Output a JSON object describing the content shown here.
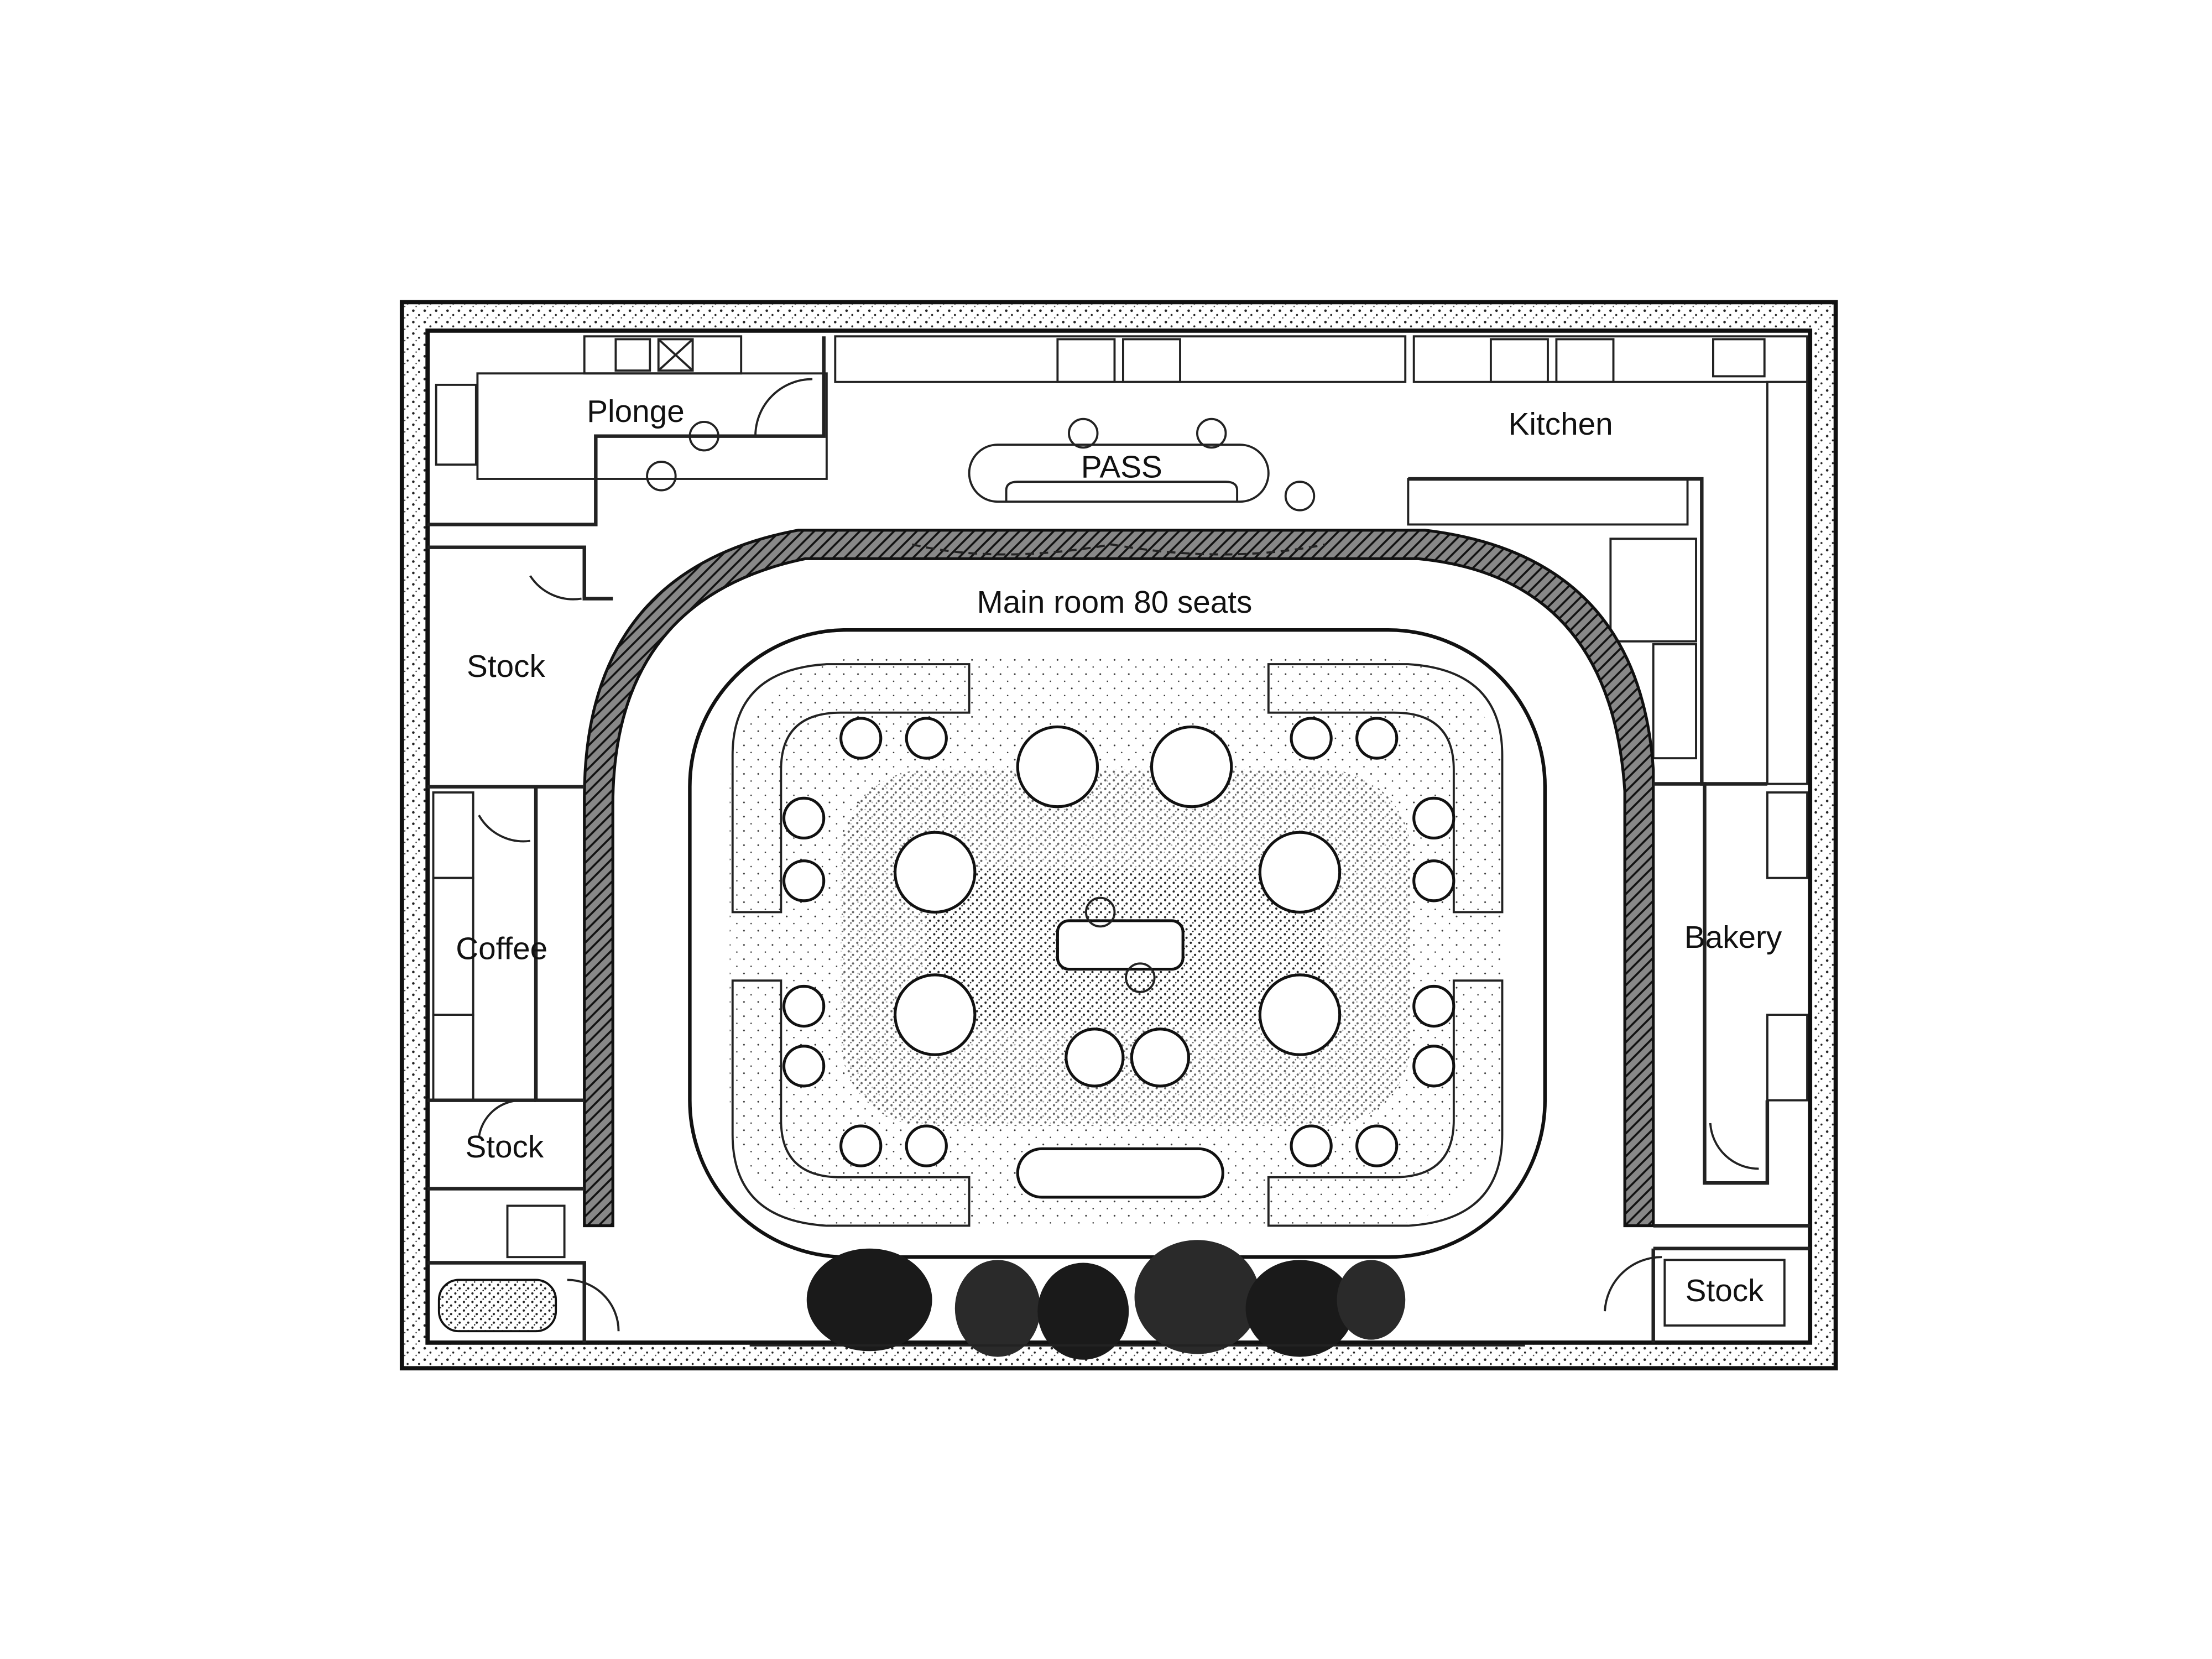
{
  "rooms": {
    "plonge": "Plonge",
    "kitchen": "Kitchen",
    "pass": "PASS",
    "main_room": "Main room 80 seats",
    "stock_left": "Stock",
    "coffee": "Coffee",
    "stock_left_lower": "Stock",
    "bakery": "Bakery",
    "stock_right": "Stock"
  }
}
